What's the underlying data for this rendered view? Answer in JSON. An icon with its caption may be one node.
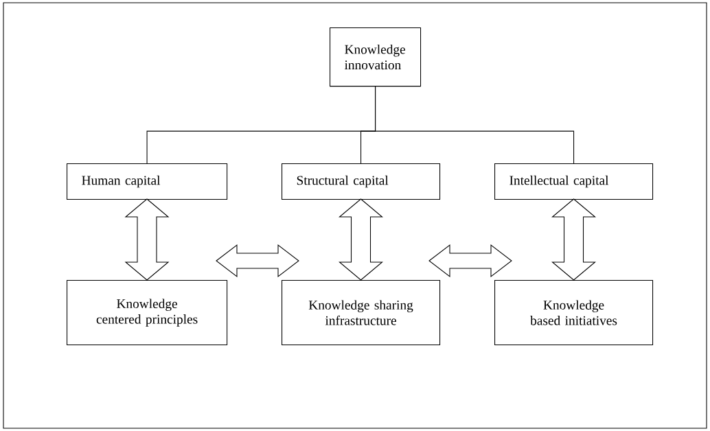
{
  "diagram": {
    "nodes": [
      {
        "text": [
          "Knowledge innovation"
        ]
      },
      {
        "text": [
          "Human capital"
        ]
      },
      {
        "text": [
          "Structural capital"
        ]
      },
      {
        "text": [
          "Intellectual capital"
        ]
      },
      {
        "text": [
          "Knowledge centered principles"
        ]
      },
      {
        "text": [
          "Knowledge sharing infrastructure"
        ]
      },
      {
        "text": [
          "Knowledge based initiatives"
        ]
      }
    ],
    "edges": [
      {
        "from": 0,
        "to": 1,
        "arrow": "none"
      },
      {
        "from": 0,
        "to": 2,
        "arrow": "none"
      },
      {
        "from": 0,
        "to": 3,
        "arrow": "none"
      },
      {
        "from": 1,
        "to": 4,
        "arrow": "both"
      },
      {
        "from": 2,
        "to": 5,
        "arrow": "both"
      },
      {
        "from": 3,
        "to": 6,
        "arrow": "both"
      },
      {
        "from": 4,
        "to": 5,
        "arrow": "both"
      },
      {
        "from": 5,
        "to": 6,
        "arrow": "both"
      }
    ]
  }
}
